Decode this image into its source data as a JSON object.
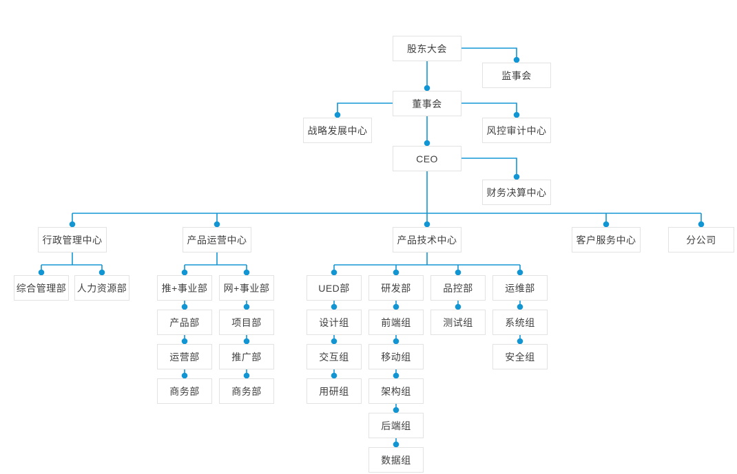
{
  "colors": {
    "connector": "#1296d3",
    "node_border": "#e2e2e2",
    "node_text": "#3f3f3f",
    "background": "#ffffff"
  },
  "org_chart": {
    "nodes": {
      "shareholders": "股东大会",
      "supervisory_board": "监事会",
      "board_of_directors": "董事会",
      "strategy_center": "战略发展中心",
      "risk_audit_center": "风控审计中心",
      "ceo": "CEO",
      "finance_center": "财务决算中心",
      "admin_center": "行政管理中心",
      "product_ops_center": "产品运营中心",
      "product_tech_center": "产品技术中心",
      "customer_service_center": "客户服务中心",
      "branch_company": "分公司",
      "general_mgmt_dept": "综合管理部",
      "hr_dept": "人力资源部",
      "tui_division": "推+事业部",
      "product_dept": "产品部",
      "operations_dept": "运营部",
      "business_dept_tui": "商务部",
      "wang_division": "网+事业部",
      "project_dept": "项目部",
      "promotion_dept": "推广部",
      "business_dept_wang": "商务部",
      "ued_dept": "UED部",
      "design_group": "设计组",
      "interaction_group": "交互组",
      "user_research_group": "用研组",
      "rd_dept": "研发部",
      "frontend_group": "前端组",
      "mobile_group": "移动组",
      "architecture_group": "架构组",
      "backend_group": "后端组",
      "data_group": "数据组",
      "qc_dept": "品控部",
      "testing_group": "测试组",
      "ops_dept": "运维部",
      "system_group": "系统组",
      "security_group": "安全组"
    },
    "connections": [
      [
        "shareholders",
        "supervisory_board"
      ],
      [
        "shareholders",
        "board_of_directors"
      ],
      [
        "board_of_directors",
        "strategy_center"
      ],
      [
        "board_of_directors",
        "risk_audit_center"
      ],
      [
        "board_of_directors",
        "ceo"
      ],
      [
        "ceo",
        "finance_center"
      ],
      [
        "ceo",
        "admin_center"
      ],
      [
        "ceo",
        "product_ops_center"
      ],
      [
        "ceo",
        "product_tech_center"
      ],
      [
        "ceo",
        "customer_service_center"
      ],
      [
        "ceo",
        "branch_company"
      ],
      [
        "admin_center",
        "general_mgmt_dept"
      ],
      [
        "admin_center",
        "hr_dept"
      ],
      [
        "product_ops_center",
        "tui_division"
      ],
      [
        "product_ops_center",
        "wang_division"
      ],
      [
        "tui_division",
        "product_dept"
      ],
      [
        "product_dept",
        "operations_dept"
      ],
      [
        "operations_dept",
        "business_dept_tui"
      ],
      [
        "wang_division",
        "project_dept"
      ],
      [
        "project_dept",
        "promotion_dept"
      ],
      [
        "promotion_dept",
        "business_dept_wang"
      ],
      [
        "product_tech_center",
        "ued_dept"
      ],
      [
        "product_tech_center",
        "rd_dept"
      ],
      [
        "product_tech_center",
        "qc_dept"
      ],
      [
        "product_tech_center",
        "ops_dept"
      ],
      [
        "ued_dept",
        "design_group"
      ],
      [
        "design_group",
        "interaction_group"
      ],
      [
        "interaction_group",
        "user_research_group"
      ],
      [
        "rd_dept",
        "frontend_group"
      ],
      [
        "frontend_group",
        "mobile_group"
      ],
      [
        "mobile_group",
        "architecture_group"
      ],
      [
        "architecture_group",
        "backend_group"
      ],
      [
        "backend_group",
        "data_group"
      ],
      [
        "qc_dept",
        "testing_group"
      ],
      [
        "ops_dept",
        "system_group"
      ],
      [
        "system_group",
        "security_group"
      ]
    ]
  }
}
